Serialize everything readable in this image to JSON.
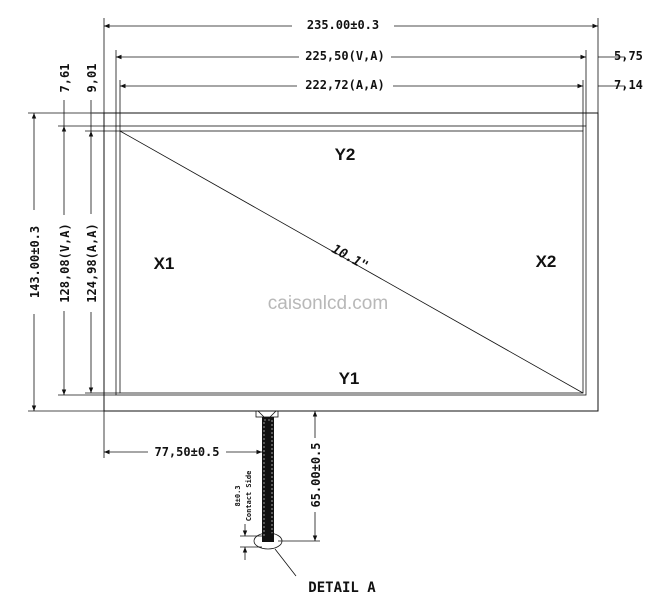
{
  "drawing": {
    "dims": {
      "overall_width": "235.00±0.3",
      "va_width": "225,50(V,A)",
      "aa_width": "222,72(A,A)",
      "right_va_offset": "5,75",
      "right_aa_offset": "7,14",
      "left_offset_1": "7,61",
      "left_offset_2": "9,01",
      "overall_height": "143.00±0.3",
      "va_height": "128,08(V,A)",
      "aa_height": "124,98(A,A)",
      "tail_position": "77,50±0.5",
      "tail_length": "65.00±0.5",
      "contact_width": "8±0.3",
      "contact_side": "Contact Side"
    },
    "labels": {
      "y2": "Y2",
      "y1": "Y1",
      "x1": "X1",
      "x2": "X2",
      "diagonal": "10.1\"",
      "watermark": "caisonlcd.com",
      "detail": "DETAIL A"
    }
  }
}
